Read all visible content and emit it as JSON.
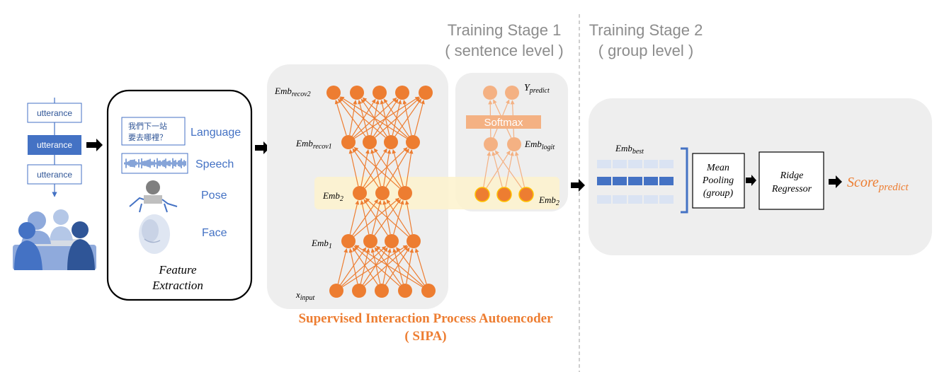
{
  "stages": {
    "stage1_title": "Training Stage 1",
    "stage1_sub": "( sentence level )",
    "stage2_title": "Training Stage 2",
    "stage2_sub": "( group level )"
  },
  "utterances": [
    "utterance",
    "utterance",
    "utterance"
  ],
  "feature_extraction": {
    "chinese_line1": "我們下一站",
    "chinese_line2": "要去哪裡？",
    "modalities": [
      "Language",
      "Speech",
      "Pose",
      "Face"
    ],
    "title_line1": "Feature",
    "title_line2": "Extraction"
  },
  "sipa": {
    "labels": {
      "recov2_base": "Emb",
      "recov2_sub": "recov2",
      "recov1_base": "Emb",
      "recov1_sub": "recov1",
      "emb2_base": "Emb",
      "emb2_sub": "2",
      "emb1_base": "Emb",
      "emb1_sub": "1",
      "input_base": "x",
      "input_sub": "input"
    },
    "title_line1": "Supervised Interaction Process Autoencoder",
    "title_line2": "( SIPA)"
  },
  "classifier": {
    "ypred_base": "Y",
    "ypred_sub": "predict",
    "softmax_label": "Softmax",
    "logit_base": "Emb",
    "logit_sub": "logit",
    "emb2_base": "Emb",
    "emb2_sub": "2"
  },
  "stage2": {
    "embbest_base": "Emb",
    "embbest_sub": "best",
    "mean_pooling_line1": "Mean",
    "mean_pooling_line2": "Pooling",
    "mean_pooling_line3": "(group)",
    "ridge_line1": "Ridge",
    "ridge_line2": "Regressor",
    "score_base": "Score",
    "score_sub": "predict"
  },
  "colors": {
    "node_orange": "#ed7d31",
    "node_light_orange": "#f4b183",
    "panel_gray": "#eeeeee",
    "highlight_yellow": "#fdf2cc",
    "utterance_blue": "#4472c4"
  }
}
